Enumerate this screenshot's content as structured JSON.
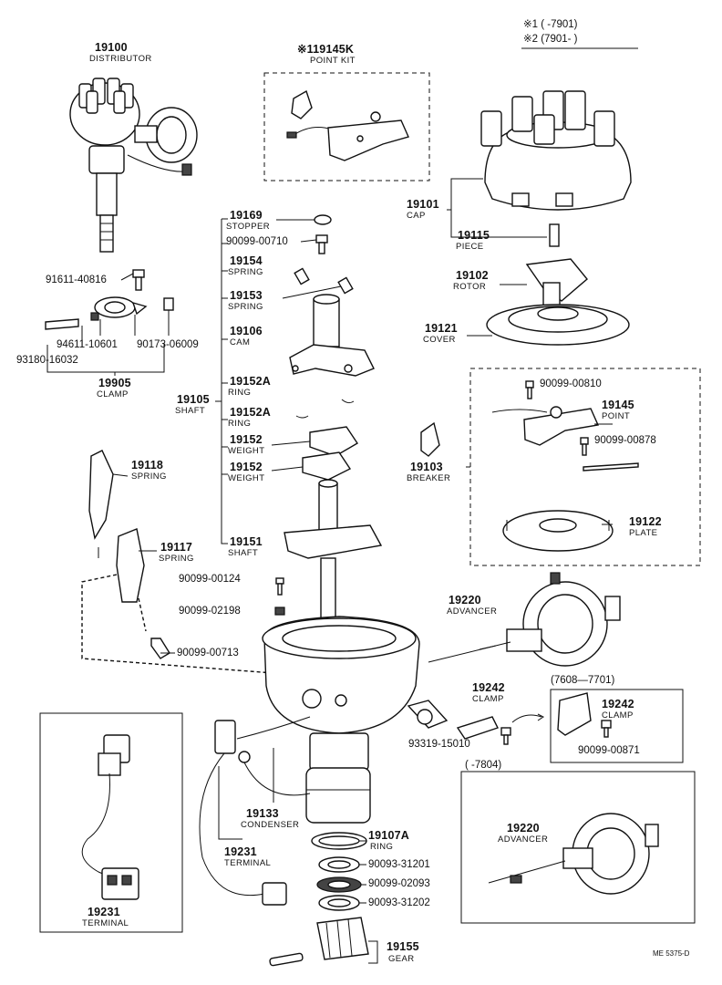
{
  "notes": {
    "note1": "※1 (       -7901)",
    "note2": "※2 (7901-        )",
    "ref_code": "ME 5375-D"
  },
  "parts": {
    "p19100": {
      "num": "19100",
      "name": "DISTRIBUTOR"
    },
    "p19145k": {
      "num": "※119145K",
      "name": "POINT KIT"
    },
    "p19101": {
      "num": "19101",
      "name": "CAP"
    },
    "p19115": {
      "num": "19115",
      "name": "PIECE"
    },
    "p19102": {
      "num": "19102",
      "name": "ROTOR"
    },
    "p19121": {
      "num": "19121",
      "name": "COVER"
    },
    "p19169": {
      "num": "19169",
      "name": "STOPPER"
    },
    "p90099_00710": {
      "num": "90099-00710"
    },
    "p19154": {
      "num": "19154",
      "name": "SPRING"
    },
    "p19153": {
      "num": "19153",
      "name": "SPRING"
    },
    "p19106": {
      "num": "19106",
      "name": "CAM"
    },
    "p19152a_1": {
      "num": "19152A",
      "name": "RING"
    },
    "p19152a_2": {
      "num": "19152A",
      "name": "RING"
    },
    "p19105": {
      "num": "19105",
      "name": "SHAFT"
    },
    "p19152_1": {
      "num": "19152",
      "name": "WEIGHT"
    },
    "p19152_2": {
      "num": "19152",
      "name": "WEIGHT"
    },
    "p19151": {
      "num": "19151",
      "name": "SHAFT"
    },
    "p91611": {
      "num": "91611-40816"
    },
    "p94611": {
      "num": "94611-10601"
    },
    "p93180": {
      "num": "93180-16032"
    },
    "p90173": {
      "num": "90173-06009"
    },
    "p19905": {
      "num": "19905",
      "name": "CLAMP"
    },
    "p90099_00810": {
      "num": "90099-00810"
    },
    "p19145": {
      "num": "19145",
      "name": "POINT"
    },
    "p90099_00878": {
      "num": "90099-00878"
    },
    "p19103": {
      "num": "19103",
      "name": "BREAKER"
    },
    "p19122": {
      "num": "19122",
      "name": "PLATE"
    },
    "p19118": {
      "num": "19118",
      "name": "SPRING"
    },
    "p19117": {
      "num": "19117",
      "name": "SPRING"
    },
    "p90099_00124": {
      "num": "90099-00124"
    },
    "p90099_02198": {
      "num": "90099-02198"
    },
    "p90099_00713": {
      "num": "90099-00713"
    },
    "p19220_1": {
      "num": "19220",
      "name": "ADVANCER"
    },
    "p19242_1": {
      "num": "19242",
      "name": "CLAMP"
    },
    "range_7608": "(7608—7701)",
    "p19242_2": {
      "num": "19242",
      "name": "CLAMP"
    },
    "p93319": {
      "num": "93319-15010"
    },
    "p90099_00871": {
      "num": "90099-00871"
    },
    "range_7804": "(       -7804)",
    "p19220_2": {
      "num": "19220",
      "name": "ADVANCER"
    },
    "p19133": {
      "num": "19133",
      "name": "CONDENSER"
    },
    "p19231_1": {
      "num": "19231",
      "name": "TERMINAL"
    },
    "p19231_2": {
      "num": "19231",
      "name": "TERMINAL"
    },
    "p19107a": {
      "num": "19107A",
      "name": "RING"
    },
    "p90093_31201": {
      "num": "90093-31201"
    },
    "p90099_02093": {
      "num": "90099-02093"
    },
    "p90093_31202": {
      "num": "90093-31202"
    },
    "p19155": {
      "num": "19155",
      "name": "GEAR"
    }
  }
}
